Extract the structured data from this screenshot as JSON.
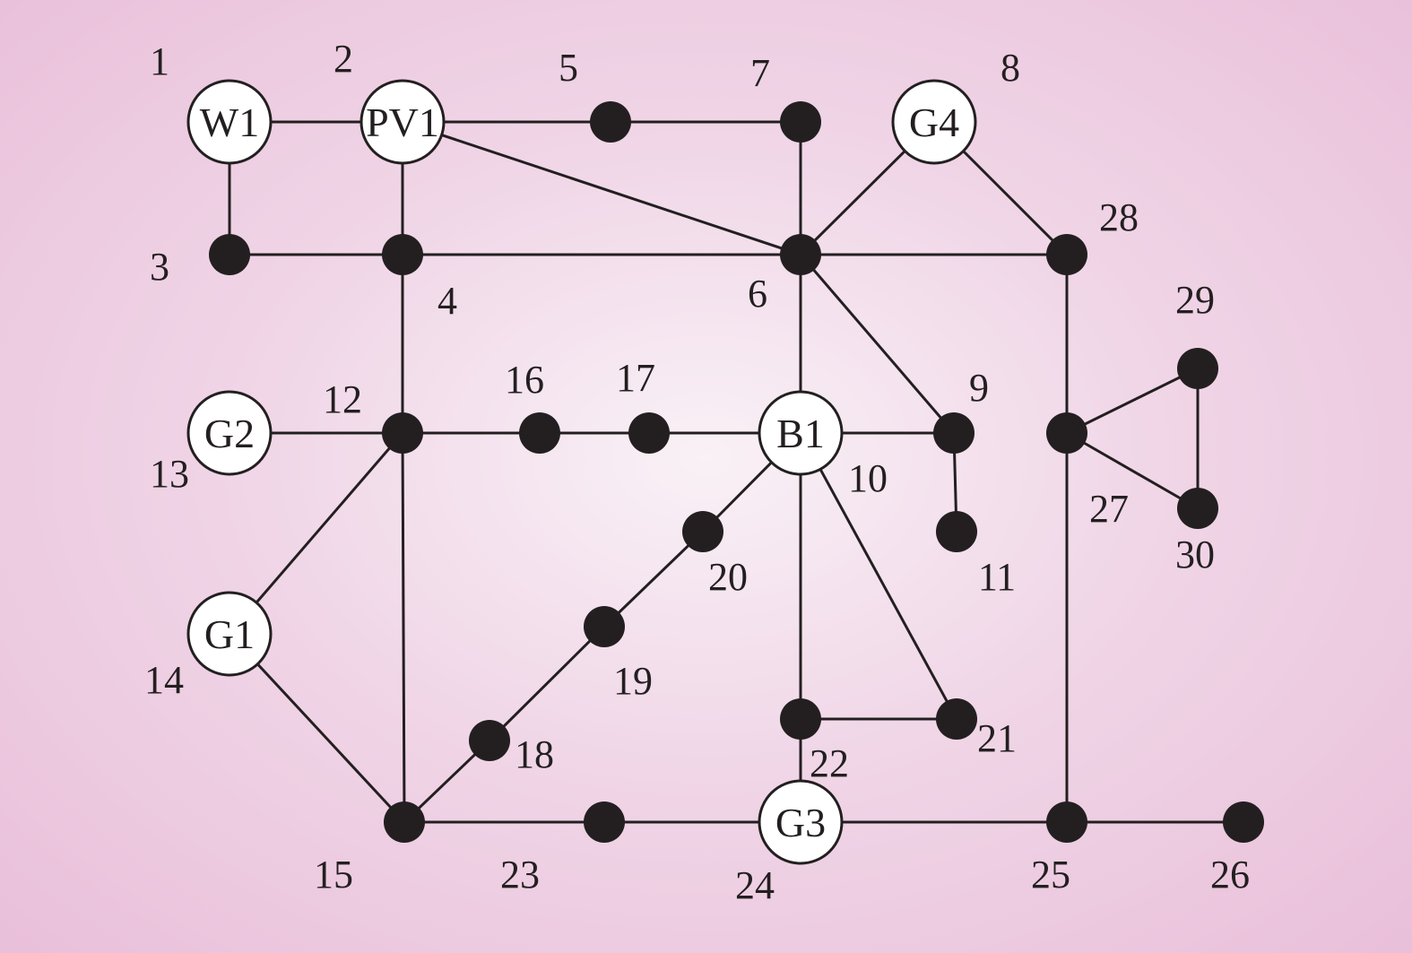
{
  "diagram": {
    "nodes": [
      {
        "id": "1",
        "label": "1",
        "inner": "W1"
      },
      {
        "id": "2",
        "label": "2",
        "inner": "PV1"
      },
      {
        "id": "3",
        "label": "3",
        "inner": ""
      },
      {
        "id": "4",
        "label": "4",
        "inner": ""
      },
      {
        "id": "5",
        "label": "5",
        "inner": ""
      },
      {
        "id": "6",
        "label": "6",
        "inner": ""
      },
      {
        "id": "7",
        "label": "7",
        "inner": ""
      },
      {
        "id": "8",
        "label": "8",
        "inner": "G4"
      },
      {
        "id": "9",
        "label": "9",
        "inner": ""
      },
      {
        "id": "10",
        "label": "10",
        "inner": "B1"
      },
      {
        "id": "11",
        "label": "11",
        "inner": ""
      },
      {
        "id": "12",
        "label": "12",
        "inner": ""
      },
      {
        "id": "13",
        "label": "13",
        "inner": "G2"
      },
      {
        "id": "14",
        "label": "14",
        "inner": "G1"
      },
      {
        "id": "15",
        "label": "15",
        "inner": ""
      },
      {
        "id": "16",
        "label": "16",
        "inner": ""
      },
      {
        "id": "17",
        "label": "17",
        "inner": ""
      },
      {
        "id": "18",
        "label": "18",
        "inner": ""
      },
      {
        "id": "19",
        "label": "19",
        "inner": ""
      },
      {
        "id": "20",
        "label": "20",
        "inner": ""
      },
      {
        "id": "21",
        "label": "21",
        "inner": ""
      },
      {
        "id": "22",
        "label": "22",
        "inner": ""
      },
      {
        "id": "23",
        "label": "23",
        "inner": ""
      },
      {
        "id": "24",
        "label": "24",
        "inner": "G3"
      },
      {
        "id": "25",
        "label": "25",
        "inner": ""
      },
      {
        "id": "26",
        "label": "26",
        "inner": ""
      },
      {
        "id": "27",
        "label": "27",
        "inner": ""
      },
      {
        "id": "28",
        "label": "28",
        "inner": ""
      },
      {
        "id": "29",
        "label": "29",
        "inner": ""
      },
      {
        "id": "30",
        "label": "30",
        "inner": ""
      }
    ],
    "edges": [
      [
        "1",
        "2"
      ],
      [
        "1",
        "3"
      ],
      [
        "2",
        "5"
      ],
      [
        "2",
        "4"
      ],
      [
        "2",
        "6"
      ],
      [
        "5",
        "7"
      ],
      [
        "7",
        "6"
      ],
      [
        "3",
        "4"
      ],
      [
        "4",
        "6"
      ],
      [
        "4",
        "12"
      ],
      [
        "6",
        "8"
      ],
      [
        "6",
        "28"
      ],
      [
        "8",
        "28"
      ],
      [
        "6",
        "10"
      ],
      [
        "6",
        "9"
      ],
      [
        "13",
        "12"
      ],
      [
        "12",
        "16"
      ],
      [
        "12",
        "14"
      ],
      [
        "12",
        "15"
      ],
      [
        "16",
        "17"
      ],
      [
        "17",
        "10"
      ],
      [
        "10",
        "9"
      ],
      [
        "9",
        "11"
      ],
      [
        "10",
        "20"
      ],
      [
        "10",
        "22"
      ],
      [
        "10",
        "21"
      ],
      [
        "20",
        "19"
      ],
      [
        "19",
        "18"
      ],
      [
        "18",
        "15"
      ],
      [
        "14",
        "15"
      ],
      [
        "15",
        "23"
      ],
      [
        "23",
        "24"
      ],
      [
        "22",
        "21"
      ],
      [
        "22",
        "24"
      ],
      [
        "24",
        "25"
      ],
      [
        "25",
        "26"
      ],
      [
        "28",
        "27"
      ],
      [
        "27",
        "25"
      ],
      [
        "27",
        "29"
      ],
      [
        "27",
        "30"
      ],
      [
        "29",
        "30"
      ]
    ]
  }
}
